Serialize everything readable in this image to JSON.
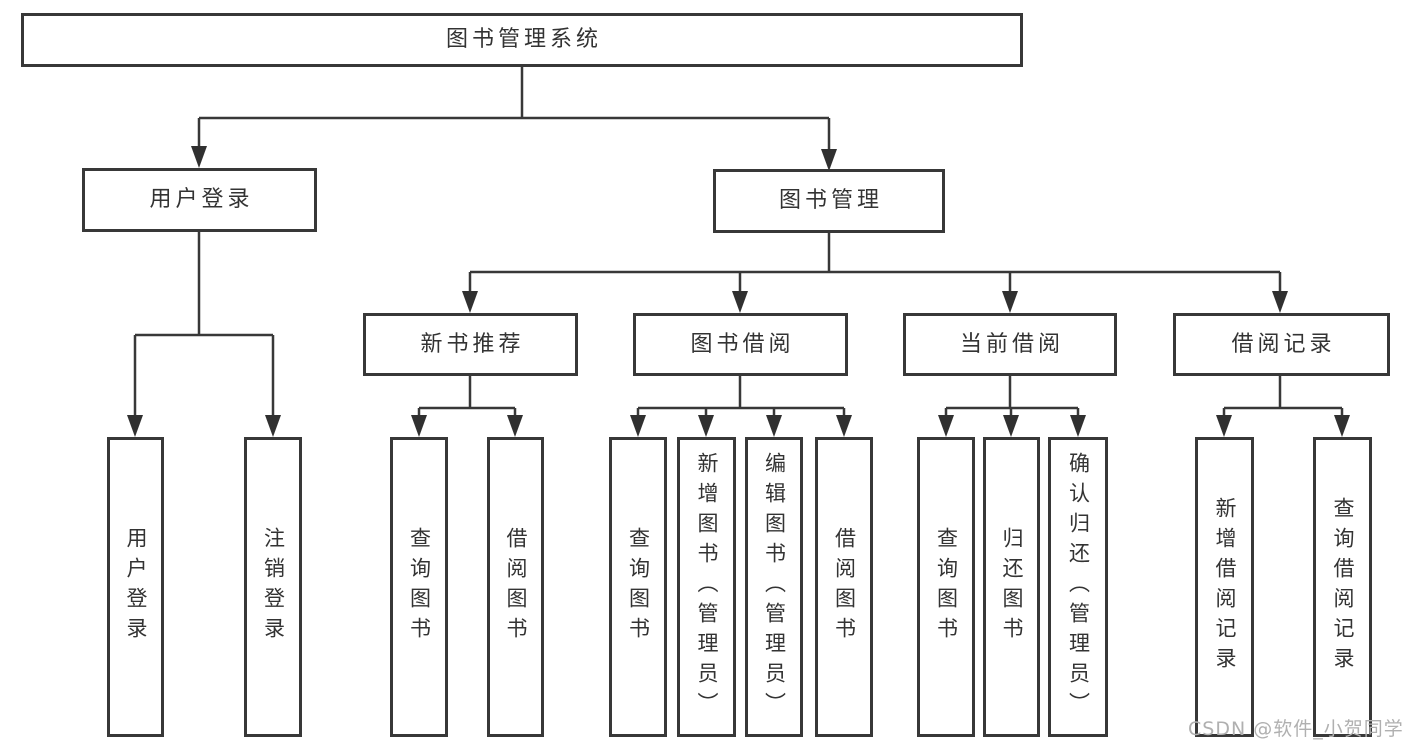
{
  "title": "图书管理系统",
  "tree": {
    "label": "图书管理系统",
    "children": [
      {
        "label": "用户登录",
        "children": [
          {
            "label": "用户登录"
          },
          {
            "label": "注销登录"
          }
        ]
      },
      {
        "label": "图书管理",
        "children": [
          {
            "label": "新书推荐",
            "children": [
              {
                "label": "查询图书"
              },
              {
                "label": "借阅图书"
              }
            ]
          },
          {
            "label": "图书借阅",
            "children": [
              {
                "label": "查询图书"
              },
              {
                "label": "新增图书（管理员）"
              },
              {
                "label": "编辑图书（管理员）"
              },
              {
                "label": "借阅图书"
              }
            ]
          },
          {
            "label": "当前借阅",
            "children": [
              {
                "label": "查询图书"
              },
              {
                "label": "归还图书"
              },
              {
                "label": "确认归还（管理员）"
              }
            ]
          },
          {
            "label": "借阅记录",
            "children": [
              {
                "label": "新增借阅记录"
              },
              {
                "label": "查询借阅记录"
              }
            ]
          }
        ]
      }
    ]
  },
  "watermark": {
    "text": "CSDN @软件_小贺同学",
    "color": "#b0b0b0"
  },
  "colors": {
    "line": "#383838",
    "arrowhead": "#303030",
    "box_border": "#383838",
    "text": "#333333",
    "background": "#ffffff",
    "watermark": "#b0b0b0"
  }
}
